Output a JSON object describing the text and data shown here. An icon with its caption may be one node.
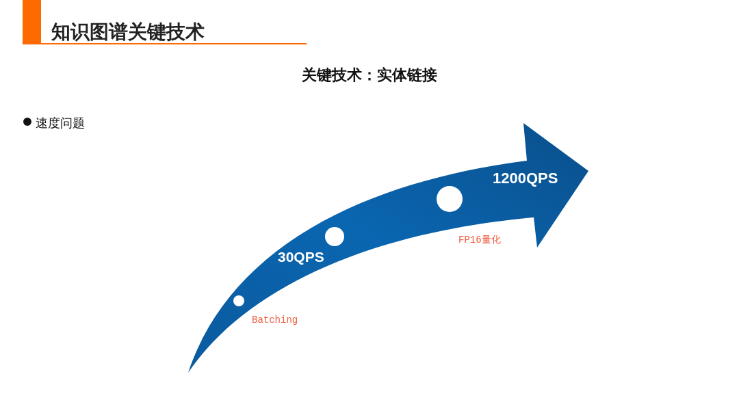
{
  "diagram": {
    "title": "知识图谱关键技术",
    "labels": [
      "关键技术：实体链接",
      "速度问题",
      "1200QPS",
      "FP16量化",
      "30QPS",
      "Batching"
    ]
  }
}
